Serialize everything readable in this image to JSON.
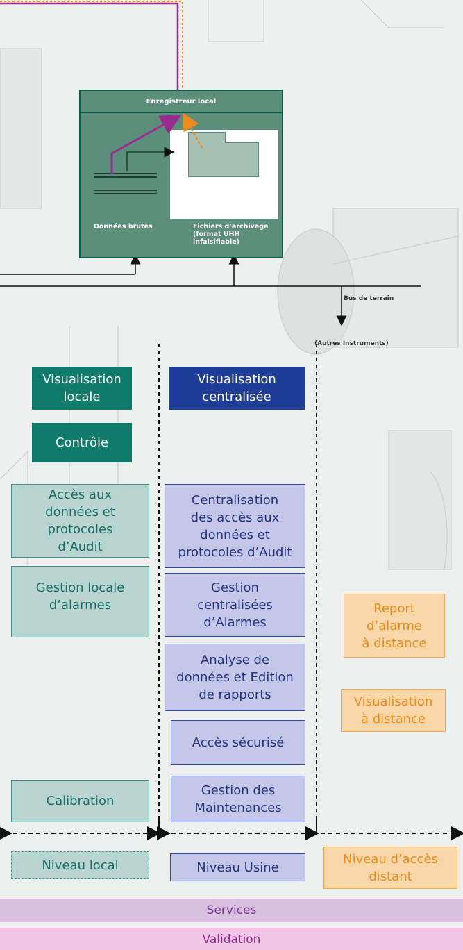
{
  "colors": {
    "dark_green": "#0e7b6b",
    "navy": "#1f3d97",
    "teal_light": "#b8d6cf",
    "lavender": "#c4c8e8",
    "orange": "#f08a1c",
    "orange_light": "#fad7a8",
    "purple": "#9b2b8e",
    "services_band": "#d8c0df",
    "validation_band": "#f2c4e6"
  },
  "recorder": {
    "title": "Enregistreur local",
    "raw_data_label": "Données brutes",
    "archive_label_line1": "Fichiers d’archivage",
    "archive_label_line2": "(format UHH",
    "archive_label_line3": "infalsifiable)"
  },
  "bus": {
    "label": "Bus de terrain",
    "instruments_label": "(Autres Instruments)"
  },
  "local": {
    "visualisation": [
      "Visualisation",
      "locale"
    ],
    "controle": "Contrôle",
    "acces": [
      "Accès aux",
      "données et",
      "protocoles",
      "d’Audit"
    ],
    "alarmes": [
      "Gestion locale",
      "d’alarmes"
    ],
    "calibration": "Calibration",
    "niveau": "Niveau local"
  },
  "usine": {
    "visualisation": [
      "Visualisation",
      "centralisée"
    ],
    "acces": [
      "Centralisation",
      "des accès aux",
      "données et",
      "protocoles d’Audit"
    ],
    "alarmes": [
      "Gestion",
      "centralisées",
      "d’Alarmes"
    ],
    "analyse": [
      "Analyse de",
      "données et Edition",
      "de rapports"
    ],
    "securise": "Accès sécurisé",
    "maintenances": [
      "Gestion des",
      "Maintenances"
    ],
    "niveau": "Niveau Usine"
  },
  "distant": {
    "report": [
      "Report",
      "d’alarme",
      "à distance"
    ],
    "visualisation": [
      "Visualisation",
      "à distance"
    ],
    "niveau": [
      "Niveau d’accès",
      "distant"
    ]
  },
  "bands": {
    "services": "Services",
    "validation": "Validation"
  }
}
